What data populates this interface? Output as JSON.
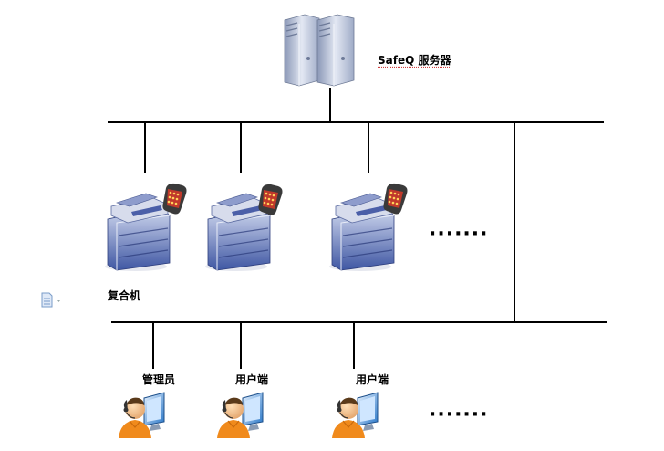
{
  "server": {
    "label": "SafeQ 服务器",
    "icon": "server-tower-icon"
  },
  "mfp": {
    "label": "复合机",
    "icon": "multifunction-printer-icon",
    "keypad_icon": "card-reader-keypad-icon"
  },
  "users": {
    "admin_label": "管理员",
    "client_label_1": "用户端",
    "client_label_2": "用户端",
    "icon": "user-at-monitor-icon"
  },
  "ellipsis": "·······",
  "colors": {
    "line": "#000000",
    "server": "#aab6cf",
    "printer": "#5a6fb4",
    "keypad": "#c0392b",
    "person": "#f08a1c",
    "monitor": "#2b78c8"
  }
}
